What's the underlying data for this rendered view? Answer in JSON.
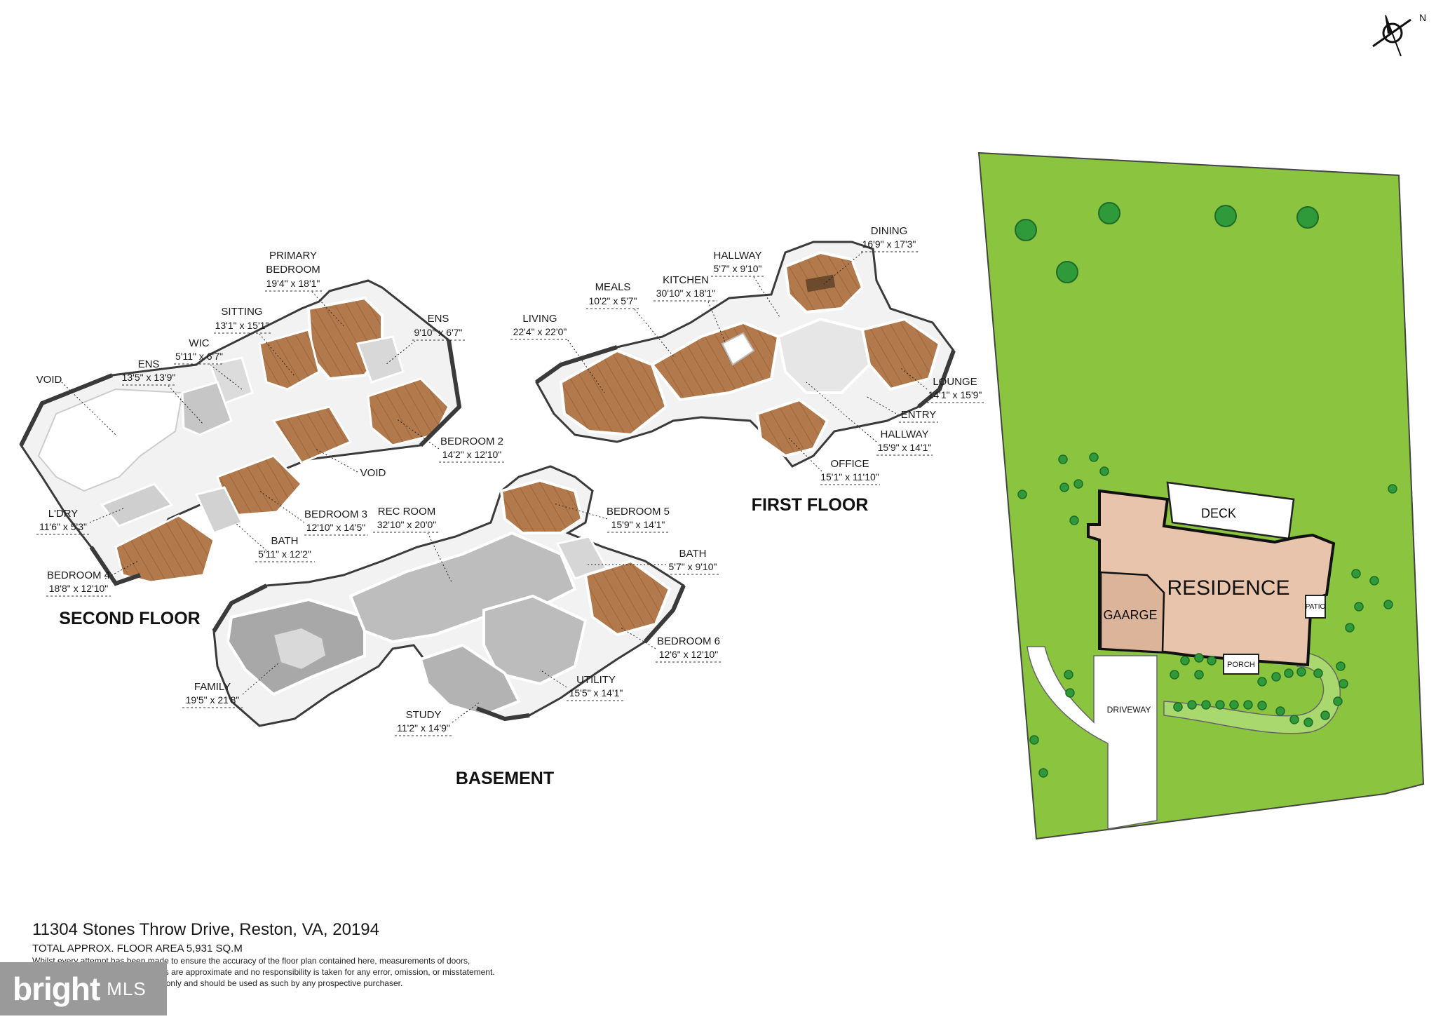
{
  "compass": {
    "north_label": "N"
  },
  "floors": {
    "second_floor": "SECOND FLOOR",
    "first_floor": "FIRST FLOOR",
    "basement": "BASEMENT"
  },
  "rooms": {
    "void_left": {
      "name": "VOID"
    },
    "ens_a": {
      "name": "ENS",
      "dim": "13'5\" x 13'9\""
    },
    "wic": {
      "name": "WIC",
      "dim": "5'11\" x 6'7\""
    },
    "sitting": {
      "name": "SITTING",
      "dim": "13'1\" x 15'1\""
    },
    "primary_bedroom": {
      "name": "PRIMARY",
      "name2": "BEDROOM",
      "dim": "19'4\" x 18'1\""
    },
    "ens_b": {
      "name": "ENS",
      "dim": "9'10\" x 6'7\""
    },
    "bedroom2": {
      "name": "BEDROOM 2",
      "dim": "14'2\" x 12'10\""
    },
    "void_right": {
      "name": "VOID"
    },
    "bedroom3": {
      "name": "BEDROOM 3",
      "dim": "12'10\" x 14'5\""
    },
    "bath_a": {
      "name": "BATH",
      "dim": "5'11\" x 12'2\""
    },
    "ldry": {
      "name": "L'DRY",
      "dim": "11'6\" x 5'3\""
    },
    "bedroom4": {
      "name": "BEDROOM 4",
      "dim": "18'8\" x 12'10\""
    },
    "living": {
      "name": "LIVING",
      "dim": "22'4\" x 22'0\""
    },
    "meals": {
      "name": "MEALS",
      "dim": "10'2\" x 5'7\""
    },
    "kitchen": {
      "name": "KITCHEN",
      "dim": "30'10\" x 18'1\""
    },
    "hallway_a": {
      "name": "HALLWAY",
      "dim": "5'7\" x 9'10\""
    },
    "dining": {
      "name": "DINING",
      "dim": "16'9\" x 17'3\""
    },
    "lounge": {
      "name": "LOUNGE",
      "dim": "14'1\" x 15'9\""
    },
    "entry": {
      "name": "ENTRY"
    },
    "hallway_b": {
      "name": "HALLWAY",
      "dim": "15'9\" x 14'1\""
    },
    "office": {
      "name": "OFFICE",
      "dim": "15'1\" x 11'10\""
    },
    "rec_room": {
      "name": "REC ROOM",
      "dim": "32'10\" x 20'0\""
    },
    "bedroom5": {
      "name": "BEDROOM 5",
      "dim": "15'9\" x 14'1\""
    },
    "bath_b": {
      "name": "BATH",
      "dim": "5'7\" x 9'10\""
    },
    "bedroom6": {
      "name": "BEDROOM 6",
      "dim": "12'6\" x 12'10\""
    },
    "utility": {
      "name": "UTILITY",
      "dim": "15'5\" x 14'1\""
    },
    "study": {
      "name": "STUDY",
      "dim": "11'2\" x 14'9\""
    },
    "family": {
      "name": "FAMILY",
      "dim": "19'5\" x 21'8\""
    }
  },
  "site": {
    "residence": "RESIDENCE",
    "garage": "GAARGE",
    "deck": "DECK",
    "patio": "PATIO",
    "porch": "PORCH",
    "driveway": "DRIVEWAY"
  },
  "footer": {
    "address": "11304 Stones Throw Drive, Reston, VA, 20194",
    "area": "TOTAL APPROX. FLOOR AREA 5,931 SQ.M",
    "disclaimer_1": "Whilst every attempt has been made to ensure the accuracy of the floor plan contained here, measurements of doors,",
    "disclaimer_2": "windows, rooms and any other items are approximate and no responsibility is taken for any error, omission, or misstatement.",
    "disclaimer_3": "This plan is for illustrative purposes only and should be used as such by any prospective purchaser."
  },
  "watermark": {
    "text": "bright",
    "suffix": "MLS"
  },
  "colors": {
    "lawn": "#8bc53f",
    "residence": "#e8c4ac",
    "floor_wood": "#b27a4c",
    "floor_grey": "#bdbdbd",
    "wall": "#ffffff",
    "wall_dark": "#3a3a3a",
    "badge": "#9a9a9a"
  }
}
